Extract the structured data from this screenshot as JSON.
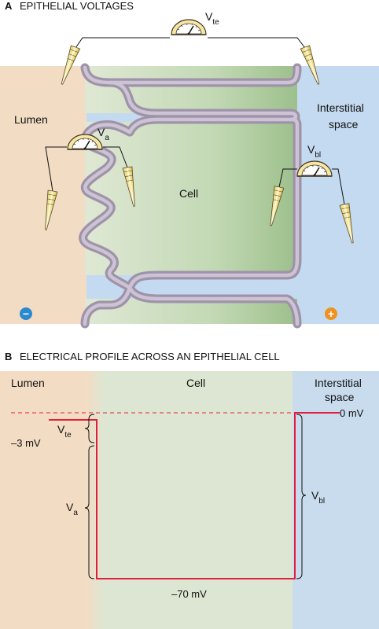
{
  "panel_a": {
    "letter": "A",
    "title": "EPITHELIAL VOLTAGES",
    "voltmeters": {
      "transepithelial": {
        "symbol": "V",
        "sub": "te"
      },
      "apical": {
        "symbol": "V",
        "sub": "a"
      },
      "basolateral": {
        "symbol": "V",
        "sub": "bl"
      }
    },
    "labels": {
      "lumen": "Lumen",
      "interstitial_line1": "Interstitial",
      "interstitial_line2": "space",
      "cell": "Cell"
    },
    "polarity": {
      "negative": "−",
      "positive": "+"
    },
    "colors": {
      "lumen": "#f3dcc4",
      "cell_light": "#dfe8d4",
      "cell_dark": "#9dc08c",
      "interstitial": "#c4daf0",
      "membrane": "#9f93aa",
      "membrane_inner": "#ccc4d4",
      "negative_badge": "#2a8ad0",
      "positive_badge": "#f0921f",
      "meter_body": "#f8e7a2"
    }
  },
  "panel_b": {
    "letter": "B",
    "title": "ELECTRICAL PROFILE ACROSS AN EPITHELIAL CELL",
    "labels": {
      "lumen": "Lumen",
      "cell": "Cell",
      "interstitial_line1": "Interstitial",
      "interstitial_line2": "space"
    },
    "voltage_labels": {
      "zero": "0 mV",
      "lumen": "–3 mV",
      "cell": "–70 mV"
    },
    "brackets": {
      "te": {
        "symbol": "V",
        "sub": "te"
      },
      "a": {
        "symbol": "V",
        "sub": "a"
      },
      "bl": {
        "symbol": "V",
        "sub": "bl"
      }
    },
    "profile_mV": {
      "lumen": -3,
      "cell": -70,
      "interstitial": 0
    },
    "colors": {
      "lumen": "#f3dcc4",
      "cell": "#dde6d2",
      "interstitial": "#c8dcee",
      "profile_line": "#e0203a",
      "reference_dash": "#e0203a"
    }
  }
}
